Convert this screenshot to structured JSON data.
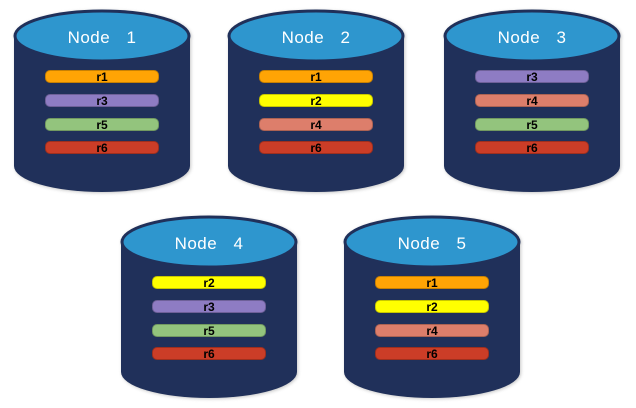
{
  "canvas": {
    "background": "#ffffff"
  },
  "palette": {
    "cylinder_body": "#20305A",
    "cylinder_top": "#2E96CE",
    "title_color": "#ffffff",
    "bar_text_color": "#000000"
  },
  "replica_colors": {
    "r1": "#FFA405",
    "r2": "#FFFF00",
    "r3": "#8E7CC3",
    "r4": "#DD7E6B",
    "r5": "#93C47D",
    "r6": "#CB3D27"
  },
  "nodes": [
    {
      "title": "Node 1",
      "replicas": [
        {
          "label": "r1",
          "color": "#FFA405"
        },
        {
          "label": "r3",
          "color": "#8E7CC3"
        },
        {
          "label": "r5",
          "color": "#93C47D"
        },
        {
          "label": "r6",
          "color": "#CB3D27"
        }
      ]
    },
    {
      "title": "Node 2",
      "replicas": [
        {
          "label": "r1",
          "color": "#FFA405"
        },
        {
          "label": "r2",
          "color": "#FFFF00"
        },
        {
          "label": "r4",
          "color": "#DD7E6B"
        },
        {
          "label": "r6",
          "color": "#CB3D27"
        }
      ]
    },
    {
      "title": "Node 3",
      "replicas": [
        {
          "label": "r3",
          "color": "#8E7CC3"
        },
        {
          "label": "r4",
          "color": "#DD7E6B"
        },
        {
          "label": "r5",
          "color": "#93C47D"
        },
        {
          "label": "r6",
          "color": "#CB3D27"
        }
      ]
    },
    {
      "title": "Node 4",
      "replicas": [
        {
          "label": "r2",
          "color": "#FFFF00"
        },
        {
          "label": "r3",
          "color": "#8E7CC3"
        },
        {
          "label": "r5",
          "color": "#93C47D"
        },
        {
          "label": "r6",
          "color": "#CB3D27"
        }
      ]
    },
    {
      "title": "Node 5",
      "replicas": [
        {
          "label": "r1",
          "color": "#FFA405"
        },
        {
          "label": "r2",
          "color": "#FFFF00"
        },
        {
          "label": "r4",
          "color": "#DD7E6B"
        },
        {
          "label": "r6",
          "color": "#CB3D27"
        }
      ]
    }
  ]
}
